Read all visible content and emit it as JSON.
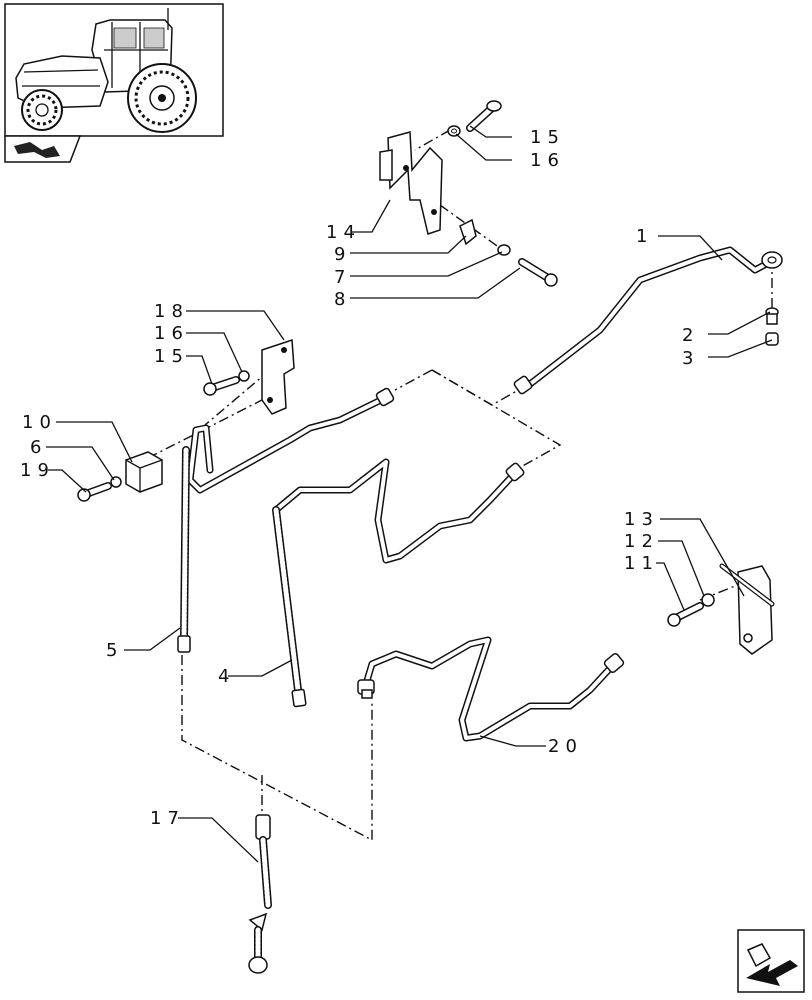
{
  "callouts": [
    {
      "id": "c1",
      "text": "1"
    },
    {
      "id": "c2",
      "text": "2"
    },
    {
      "id": "c3",
      "text": "3"
    },
    {
      "id": "c4",
      "text": "4"
    },
    {
      "id": "c5",
      "text": "5"
    },
    {
      "id": "c6",
      "text": "6"
    },
    {
      "id": "c7",
      "text": "7"
    },
    {
      "id": "c8",
      "text": "8"
    },
    {
      "id": "c9",
      "text": "9"
    },
    {
      "id": "c10",
      "text": "10"
    },
    {
      "id": "c11",
      "text": "11"
    },
    {
      "id": "c12",
      "text": "12"
    },
    {
      "id": "c13",
      "text": "13"
    },
    {
      "id": "c14",
      "text": "14"
    },
    {
      "id": "c15a",
      "text": "15"
    },
    {
      "id": "c15b",
      "text": "15"
    },
    {
      "id": "c16a",
      "text": "16"
    },
    {
      "id": "c16b",
      "text": "16"
    },
    {
      "id": "c17",
      "text": "17"
    },
    {
      "id": "c18",
      "text": "18"
    },
    {
      "id": "c19",
      "text": "19"
    },
    {
      "id": "c20",
      "text": "20"
    }
  ],
  "icons": {
    "thumbnail": "tractor-thumbnail-icon",
    "section": "section-arrow-icon",
    "next_page": "next-page-arrow-icon"
  }
}
